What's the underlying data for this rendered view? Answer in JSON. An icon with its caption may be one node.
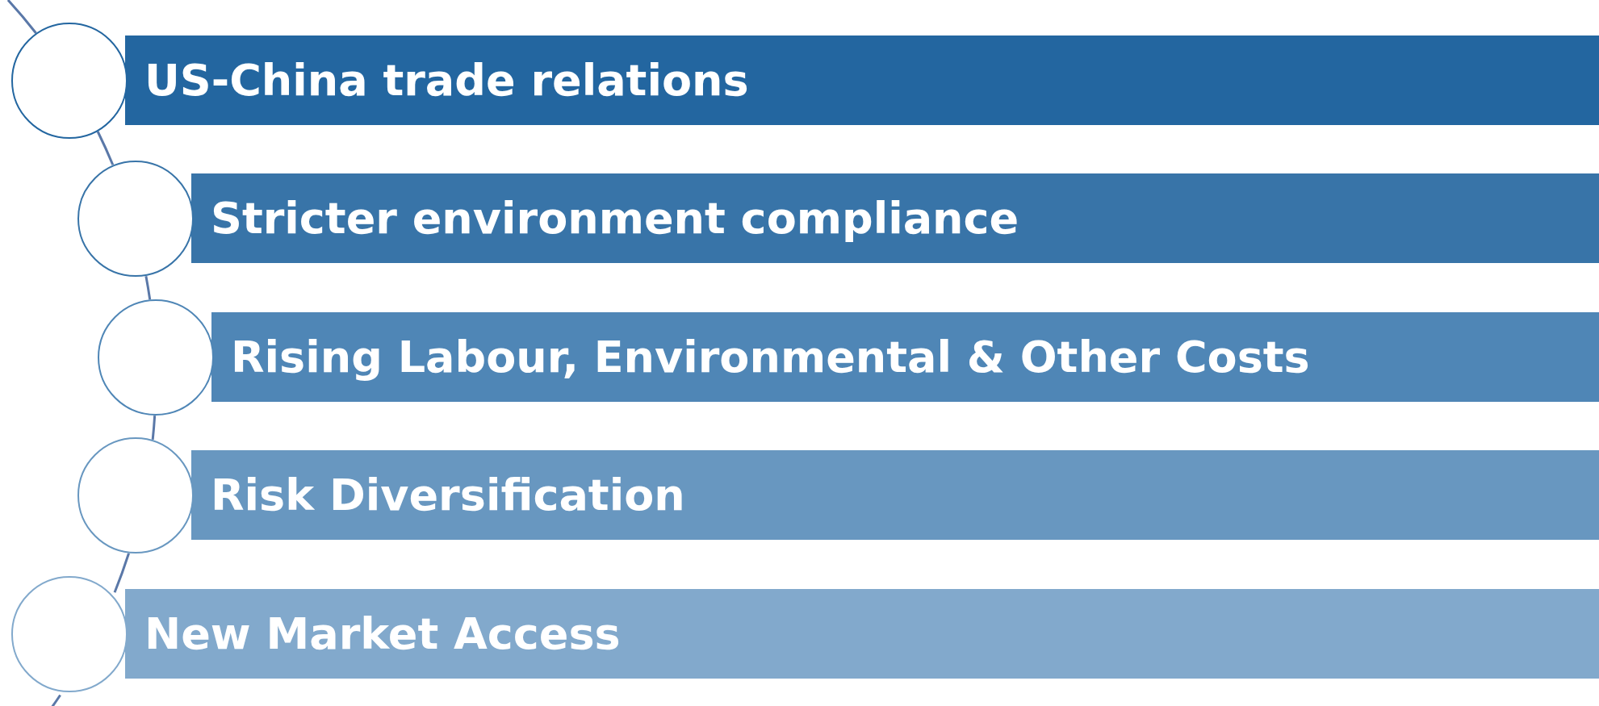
{
  "diagram": {
    "nodes": [
      {
        "text": [],
        "shape": "circle"
      },
      {
        "text": [
          "US-China trade relations"
        ]
      },
      {
        "text": [],
        "shape": "circle"
      },
      {
        "text": [
          "Stricter environment compliance"
        ]
      },
      {
        "text": [],
        "shape": "circle"
      },
      {
        "text": [
          "Rising Labour, Environmental & Other Costs"
        ]
      },
      {
        "text": [],
        "shape": "circle"
      },
      {
        "text": [
          "Risk Diversification"
        ]
      },
      {
        "text": [],
        "shape": "circle"
      },
      {
        "text": [
          "New Market Access"
        ]
      }
    ],
    "edges": [
      {
        "from": null,
        "to": 0,
        "arrow": "none"
      },
      {
        "from": 0,
        "to": 2,
        "arrow": "none"
      },
      {
        "from": 2,
        "to": 4,
        "arrow": "none"
      },
      {
        "from": 4,
        "to": 6,
        "arrow": "none"
      },
      {
        "from": 6,
        "to": 8,
        "arrow": "none"
      },
      {
        "from": 8,
        "to": null,
        "arrow": "none"
      }
    ]
  }
}
